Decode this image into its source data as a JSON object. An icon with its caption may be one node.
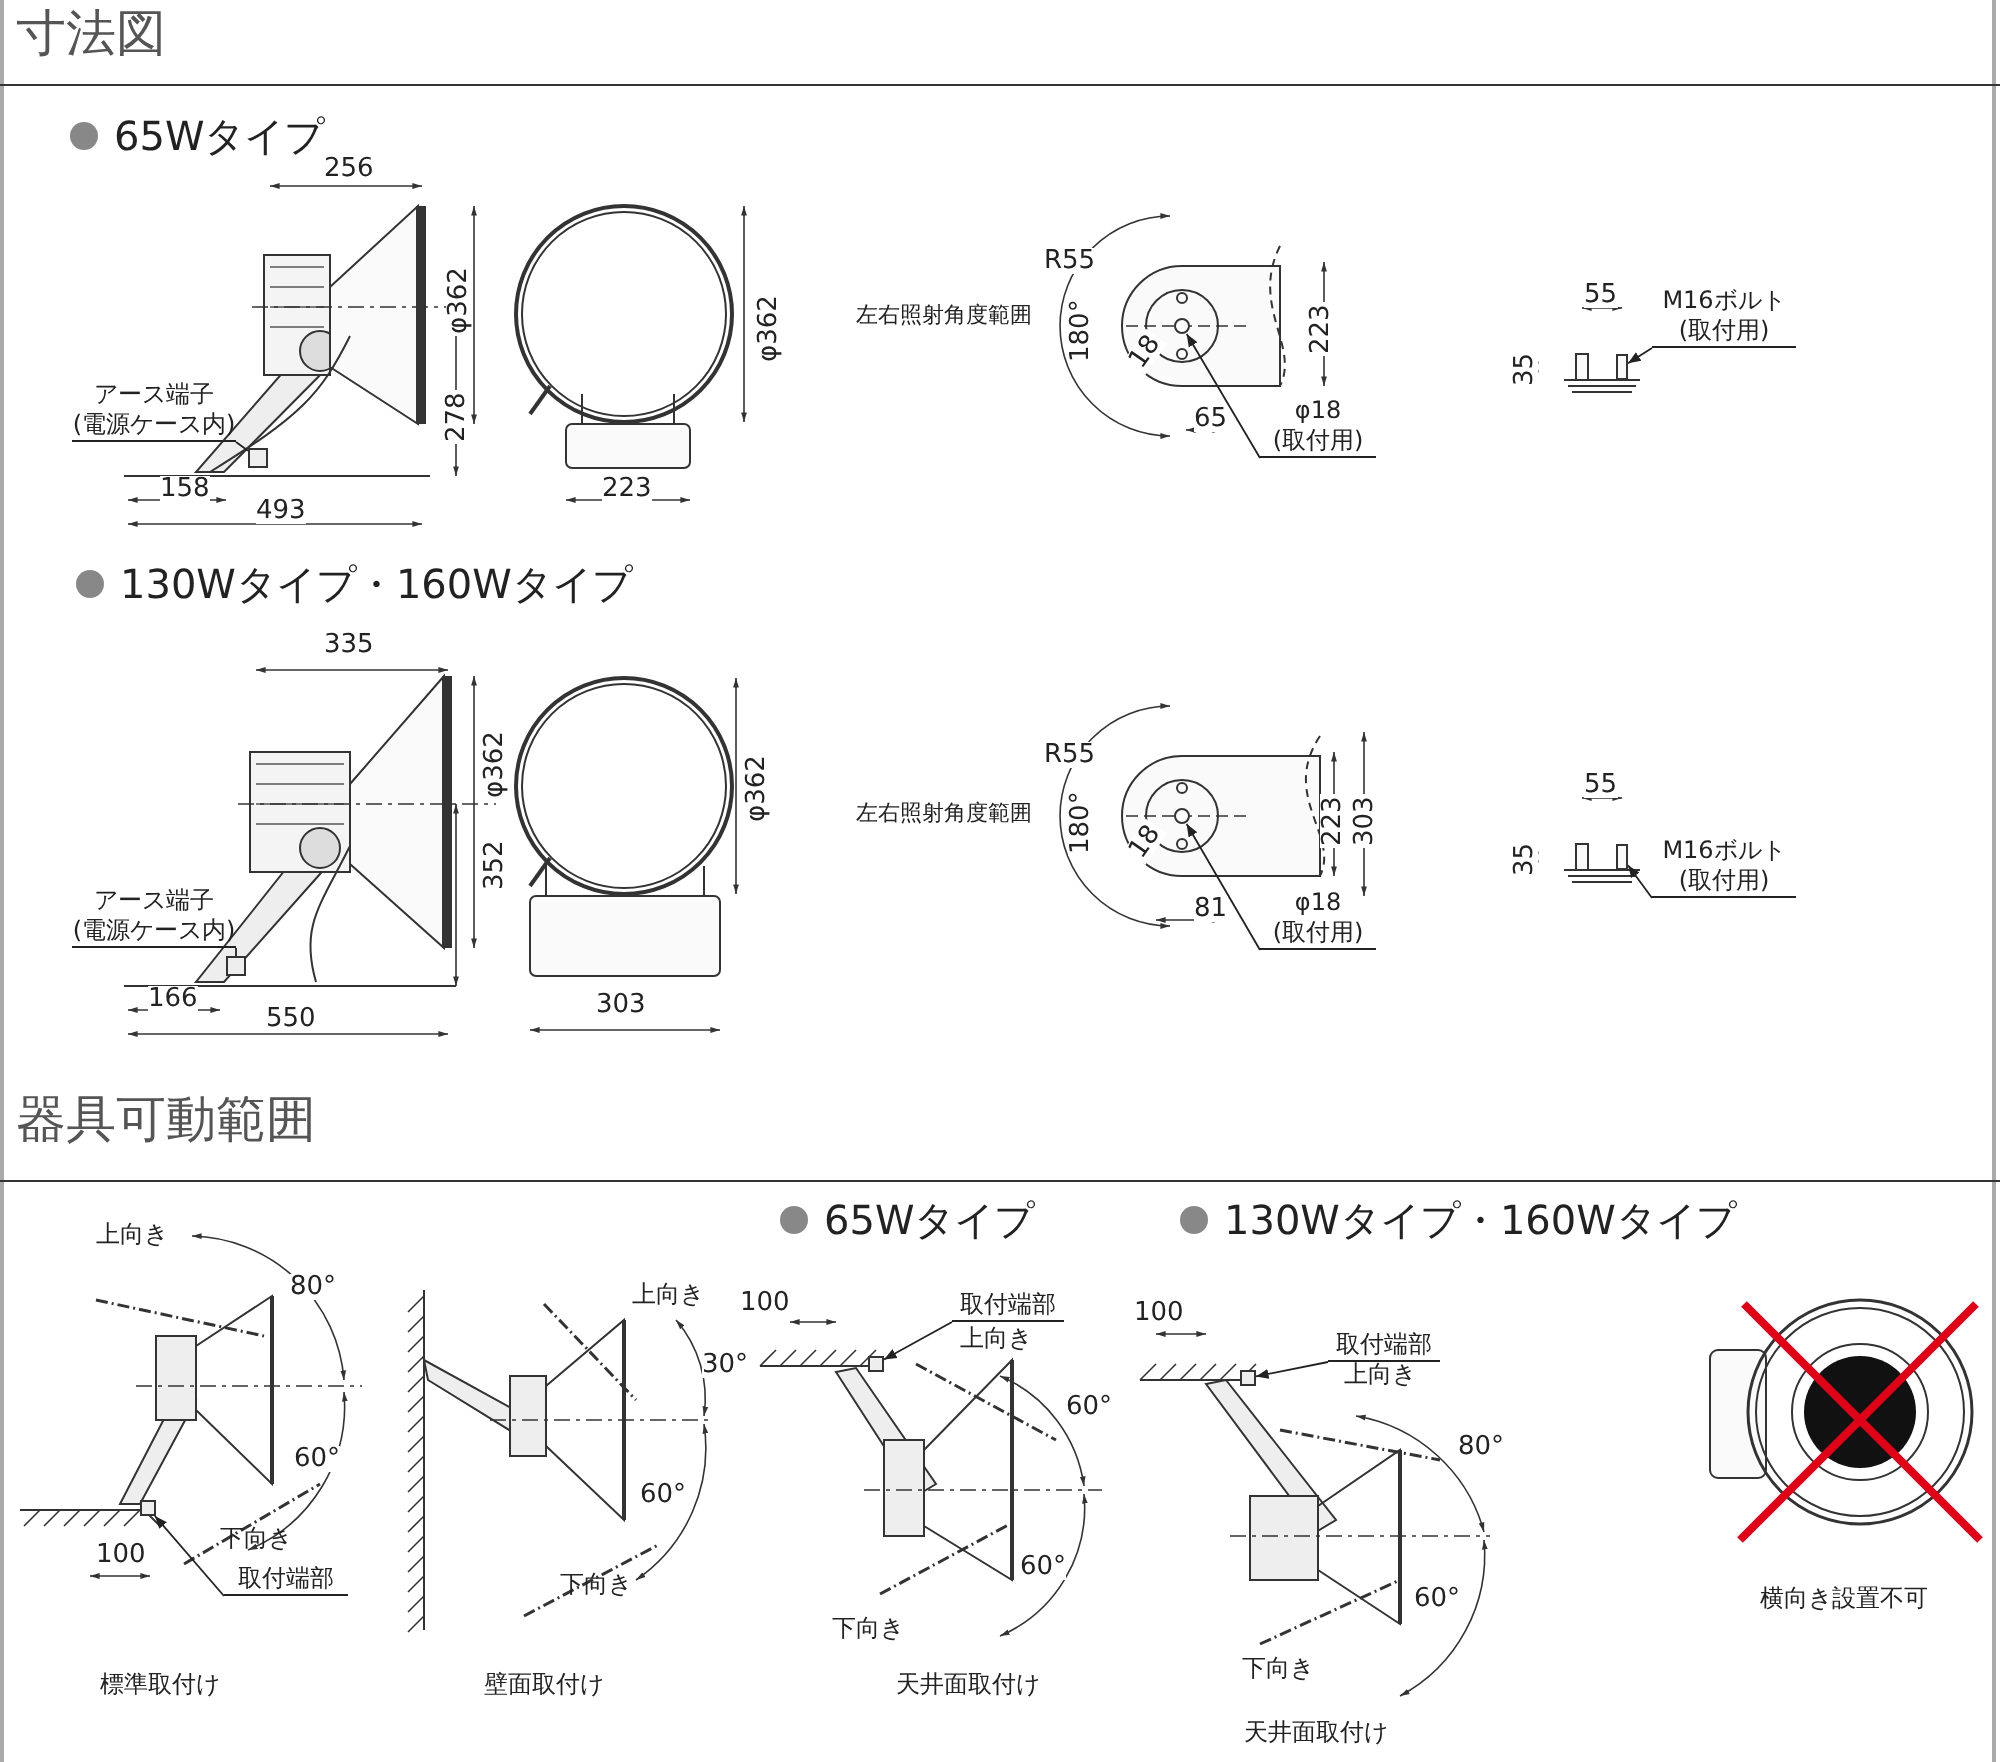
{
  "diagram": {
    "nodes": [
      {
        "text": [
          "アース端子",
          "(電源ケース内)"
        ]
      },
      {
        "text": [
          "φ18",
          "(取付用)"
        ]
      },
      {
        "text": [
          "M16ボルト",
          "(取付用)"
        ]
      },
      {
        "text": [
          "アース端子",
          "(電源ケース内)"
        ]
      },
      {
        "text": [
          "φ18",
          "(取付用)"
        ]
      },
      {
        "text": [
          "M16ボルト",
          "(取付用)"
        ]
      },
      {
        "text": [
          "取付端部"
        ]
      },
      {
        "text": [
          "取付端部"
        ]
      },
      {
        "text": [
          "取付端部"
        ]
      },
      {
        "text": [],
        "shape": "box"
      },
      {
        "text": [],
        "shape": "circle"
      },
      {
        "text": [],
        "shape": "bar"
      },
      {
        "text": [],
        "shape": "box"
      },
      {
        "text": [],
        "shape": "circle"
      },
      {
        "text": [],
        "shape": "bar"
      },
      {
        "text": [],
        "shape": "box"
      },
      {
        "text": [],
        "shape": "box"
      },
      {
        "text": [],
        "shape": "box"
      }
    ],
    "edges": [
      {
        "from": 0,
        "to": 9,
        "arrow": "none"
      },
      {
        "from": 1,
        "to": 10,
        "arrow": "to"
      },
      {
        "from": 2,
        "to": 11,
        "arrow": "to"
      },
      {
        "from": 3,
        "to": 12,
        "arrow": "none"
      },
      {
        "from": 4,
        "to": 13,
        "arrow": "to"
      },
      {
        "from": 5,
        "to": 14,
        "arrow": "to"
      },
      {
        "from": 6,
        "to": 15,
        "arrow": "to"
      },
      {
        "from": 7,
        "to": 16,
        "arrow": "to"
      },
      {
        "from": 8,
        "to": 17,
        "arrow": "to"
      }
    ],
    "labels": [
      "寸法図",
      "65Wタイプ",
      "256",
      "φ362",
      "278",
      "158",
      "493",
      "φ362",
      "223",
      "左右照射角度範囲",
      "R55",
      "180°",
      "18",
      "223",
      "65",
      "55",
      "35",
      "130Wタイプ・160Wタイプ",
      "335",
      "φ362",
      "352",
      "166",
      "550",
      "φ362",
      "303",
      "左右照射角度範囲",
      "R55",
      "180°",
      "18",
      "223",
      "303",
      "81",
      "55",
      "35",
      "器具可動範囲",
      "65Wタイプ",
      "130Wタイプ・160Wタイプ",
      "上向き",
      "80°",
      "60°",
      "下向き",
      "100",
      "標準取付け",
      "上向き",
      "30°",
      "60°",
      "下向き",
      "壁面取付け",
      "100",
      "上向き",
      "60°",
      "60°",
      "下向き",
      "天井面取付け",
      "100",
      "上向き",
      "80°",
      "60°",
      "下向き",
      "天井面取付け",
      "横向き設置不可"
    ]
  }
}
